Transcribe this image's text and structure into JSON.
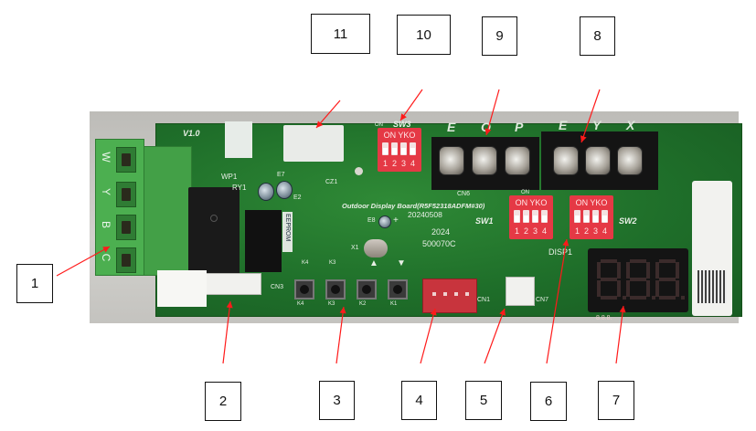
{
  "diagram": {
    "title": "Outdoor Display Board component callouts",
    "callouts": [
      {
        "id": "1",
        "label": "1",
        "target": "Terminal block W / Y / B / C"
      },
      {
        "id": "2",
        "label": "2",
        "target": "CN3 connector (white)"
      },
      {
        "id": "3",
        "label": "3",
        "target": "Push buttons K1–K4"
      },
      {
        "id": "4",
        "label": "4",
        "target": "CN1 connector (red)"
      },
      {
        "id": "5",
        "label": "5",
        "target": "CN7 connector (white)"
      },
      {
        "id": "6",
        "label": "6",
        "target": "DIP switches SW1 / SW2"
      },
      {
        "id": "7",
        "label": "7",
        "target": "DISP1 3-digit LED display"
      },
      {
        "id": "8",
        "label": "8",
        "target": "E / Y / X terminal block"
      },
      {
        "id": "9",
        "label": "9",
        "target": "E / O / P terminal block (CN6)"
      },
      {
        "id": "10",
        "label": "10",
        "target": "SW3 DIP switch"
      },
      {
        "id": "11",
        "label": "11",
        "target": "White component"
      }
    ]
  },
  "board": {
    "version": "V1.0",
    "name": "Outdoor Display Board(R5F52318ADFM#30)",
    "date_code": "20240508",
    "lot_year": "2024",
    "lot_code": "500070C",
    "left_terminal_labels": [
      "W",
      "Y",
      "B",
      "C"
    ],
    "terminal_labels_cn6": [
      "E",
      "O",
      "P"
    ],
    "terminal_labels_right": [
      "E",
      "Y",
      "X"
    ],
    "silkscreen": {
      "wp1": "WP1",
      "ry1": "RY1",
      "e2": "E2",
      "e7": "E7",
      "cz1": "CZ1",
      "e8": "E8",
      "x1": "X1",
      "eeprom": "EEPROM",
      "cn3": "CN3",
      "cn6": "CN6",
      "cn1": "CN1",
      "cn7": "CN7",
      "disp1": "DISP1",
      "sw1": "SW1",
      "sw2": "SW2",
      "sw3": "SW3",
      "on": "ON",
      "plus": "+",
      "up_key": "▲",
      "down_key": "▼",
      "k_labels": [
        "K4",
        "K3",
        "K2",
        "K1"
      ]
    },
    "dip_switch": {
      "header": "ON YKO",
      "positions": [
        "1",
        "2",
        "3",
        "4"
      ]
    },
    "display_readout": "8.8.8."
  }
}
